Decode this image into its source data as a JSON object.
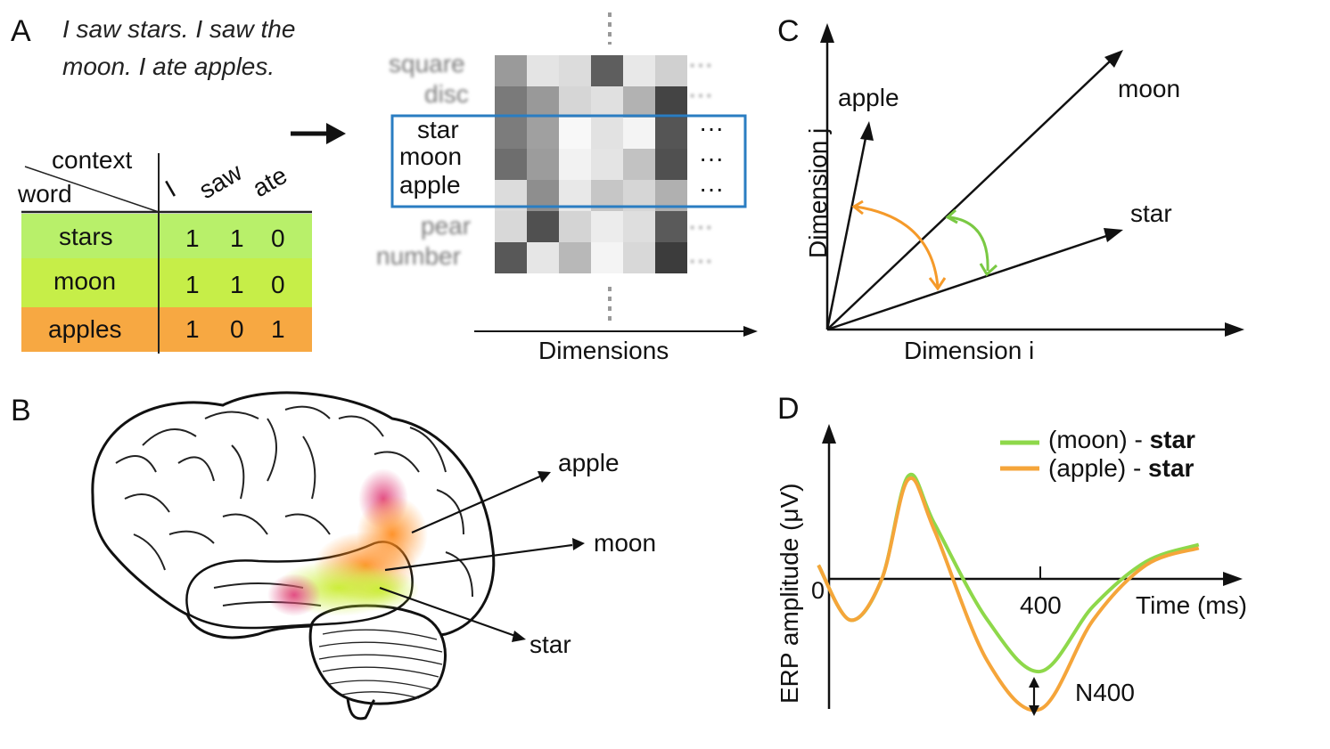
{
  "panel_a": {
    "label": "A",
    "sentence": "I saw stars. I saw the moon. I ate apples.",
    "corner_context": "context",
    "corner_word": "word",
    "columns": [
      "I",
      "saw",
      "ate"
    ],
    "rows": [
      {
        "word": "stars",
        "values": [
          "1",
          "1",
          "0"
        ],
        "color": "#b8f06a"
      },
      {
        "word": "moon",
        "values": [
          "1",
          "1",
          "0"
        ],
        "color": "#c6ee48"
      },
      {
        "word": "apples",
        "values": [
          "1",
          "0",
          "1"
        ],
        "color": "#f7a842"
      }
    ]
  },
  "matrix": {
    "blurred_top": [
      "square",
      "disc"
    ],
    "highlighted": [
      "star",
      "moon",
      "apple"
    ],
    "blurred_bottom": [
      "pear",
      "number"
    ],
    "ellipsis": "···",
    "axis_label": "Dimensions",
    "highlight_color": "#2a7dc2"
  },
  "panel_b": {
    "label": "B",
    "labels": [
      "apple",
      "moon",
      "star"
    ]
  },
  "panel_c": {
    "label": "C",
    "y_axis": "Dimension j",
    "x_axis": "Dimension i",
    "vectors": [
      "apple",
      "moon",
      "star"
    ],
    "arc_colors": {
      "apple": "#f59a2a",
      "moon": "#7ac943"
    }
  },
  "panel_d": {
    "label": "D",
    "y_axis": "ERP amplitude (μV)",
    "x_axis": "Time (ms)",
    "zero_label": "0",
    "tick_label": "400",
    "annotation": "N400",
    "legend": [
      {
        "prefix": "(moon) - ",
        "bold": "star",
        "color": "#8ed84a"
      },
      {
        "prefix": "(apple) - ",
        "bold": "star",
        "color": "#f5a53a"
      }
    ]
  },
  "chart_data": {
    "type": "line",
    "title": "",
    "xlabel": "Time (ms)",
    "ylabel": "ERP amplitude (μV)",
    "x_ticks": [
      0,
      400
    ],
    "series": [
      {
        "name": "(moon) - star",
        "x": [
          -20,
          40,
          100,
          150,
          200,
          300,
          400,
          500,
          600,
          700
        ],
        "values": [
          0.2,
          -0.6,
          0,
          1.5,
          0.8,
          -0.6,
          -1.35,
          -0.4,
          0.25,
          0.5
        ]
      },
      {
        "name": "(apple) - star",
        "x": [
          -20,
          40,
          100,
          150,
          200,
          300,
          400,
          500,
          600,
          700
        ],
        "values": [
          0.2,
          -0.6,
          0,
          1.45,
          0.7,
          -1.2,
          -1.9,
          -0.6,
          0.2,
          0.45
        ]
      }
    ]
  }
}
